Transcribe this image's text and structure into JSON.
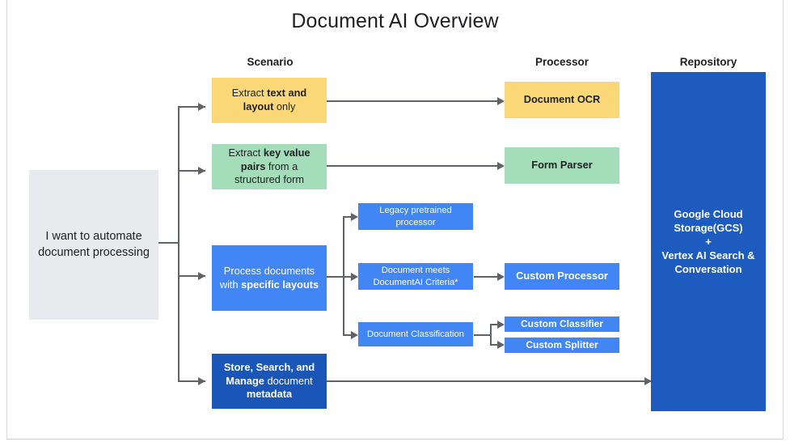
{
  "page": {
    "title": "Document AI Overview",
    "colors": {
      "yellow": "#fbd877",
      "green": "#a3ddb9",
      "blue": "#4285f4",
      "dark_blue": "#1a56b8",
      "repository_blue": "#1d5bbf",
      "gray": "#e8eaed",
      "connector": "#5f6368",
      "text_dark": "#202124"
    }
  },
  "column_headers": {
    "scenario": "Scenario",
    "processor": "Processor",
    "repository": "Repository"
  },
  "entry": {
    "label": "I want to automate document processing"
  },
  "scenarios": [
    {
      "id": "extract-text-layout",
      "text_plain": "Extract text and layout only",
      "text_html": "Extract <b>text and layout</b> only",
      "color": "#fbd877"
    },
    {
      "id": "extract-key-value",
      "text_plain": "Extract key value pairs from a structured form",
      "text_html": "Extract <b>key value pairs</b> from a structured form",
      "color": "#a3ddb9"
    },
    {
      "id": "specific-layouts",
      "text_plain": "Process documents with specific layouts",
      "text_html": "Process documents with <b>specific layouts</b>",
      "color": "#4285f4"
    },
    {
      "id": "store-search-manage",
      "text_plain": "Store, Search, and Manage document metadata",
      "text_html": "<b>Store, Search, and Manage</b> document <b>metadata</b>",
      "color": "#1a56b8"
    }
  ],
  "intermediate": [
    {
      "id": "legacy-pretrained-processor",
      "text_plain": "Legacy pretrained processor",
      "text_html": "Legacy pretrained processor",
      "color": "#4285f4"
    },
    {
      "id": "document-meets-criteria",
      "text_plain": "Document meets DocumentAI Criteria*",
      "text_html": "Document meets DocumentAI Criteria*",
      "color": "#4285f4"
    },
    {
      "id": "document-classification",
      "text_plain": "Document Classification",
      "text_html": "Document Classification",
      "color": "#4285f4"
    }
  ],
  "processors": [
    {
      "id": "document-ocr",
      "text_plain": "Document OCR",
      "text_html": "Document OCR",
      "color": "#fbd877"
    },
    {
      "id": "form-parser",
      "text_plain": "Form Parser",
      "text_html": "Form Parser",
      "color": "#a3ddb9"
    },
    {
      "id": "custom-processor",
      "text_plain": "Custom Processor",
      "text_html": "Custom Processor",
      "color": "#4285f4"
    },
    {
      "id": "custom-classifier",
      "text_plain": "Custom Classifier",
      "text_html": "Custom Classifier",
      "color": "#4285f4"
    },
    {
      "id": "custom-splitter",
      "text_plain": "Custom Splitter",
      "text_html": "Custom Splitter",
      "color": "#4285f4"
    }
  ],
  "repository": {
    "id": "repository-box",
    "line1": "Google Cloud",
    "line2": "Storage(GCS)",
    "line3": "+",
    "line4": "Vertex AI Search &",
    "line5": "Conversation",
    "text_plain": "Google Cloud Storage(GCS) + Vertex AI Search & Conversation",
    "color": "#1d5bbf"
  }
}
